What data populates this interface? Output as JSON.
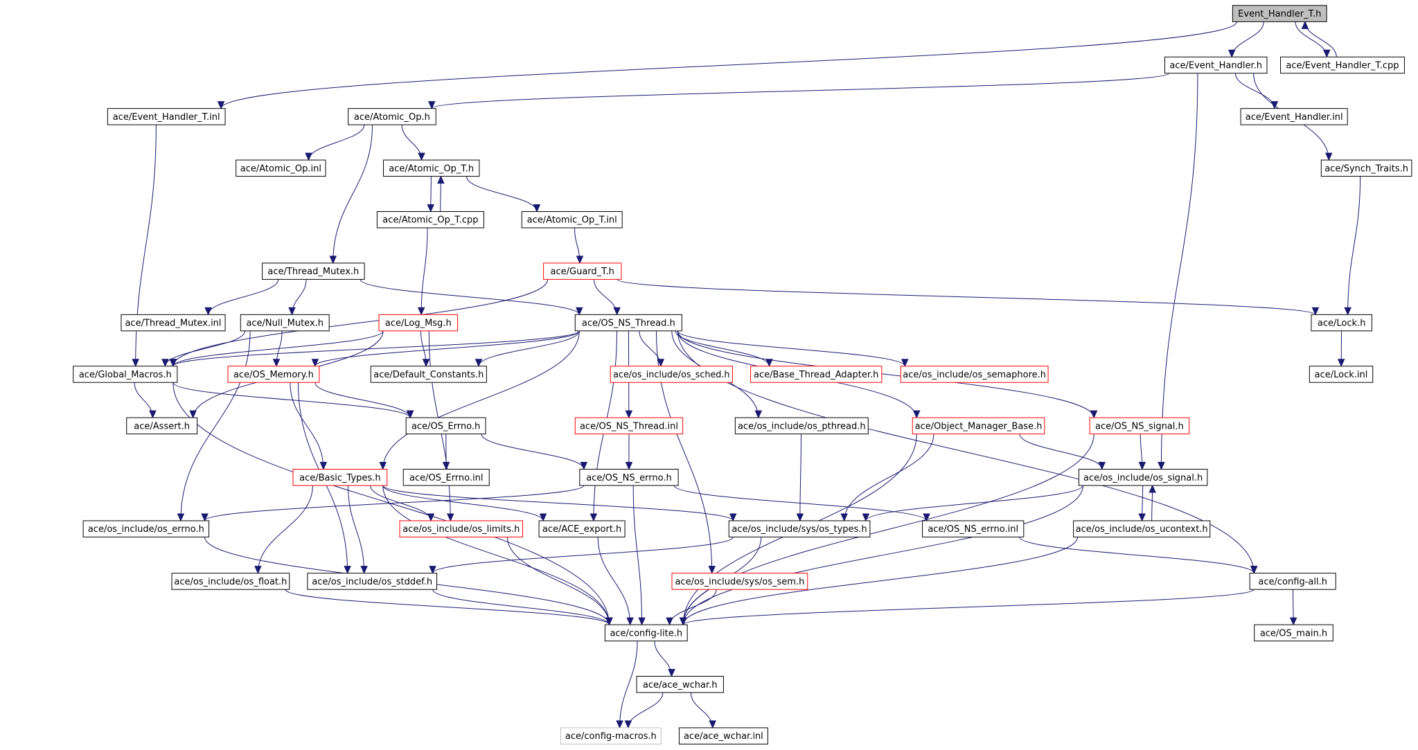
{
  "graph": {
    "colors": {
      "edge": "#191970",
      "root_fill": "#bfbfbf",
      "external_border": "#ff0000",
      "undocumented_border": "#bfbfbf"
    },
    "nodes": [
      {
        "id": "event_handler_t_h",
        "label": "Event_Handler_T.h",
        "style": "root"
      },
      {
        "id": "event_handler_h",
        "label": "ace/Event_Handler.h",
        "style": "normal"
      },
      {
        "id": "event_handler_t_cpp",
        "label": "ace/Event_Handler_T.cpp",
        "style": "normal"
      },
      {
        "id": "event_handler_t_inl",
        "label": "ace/Event_Handler_T.inl",
        "style": "normal"
      },
      {
        "id": "atomic_op_h",
        "label": "ace/Atomic_Op.h",
        "style": "normal"
      },
      {
        "id": "event_handler_inl",
        "label": "ace/Event_Handler.inl",
        "style": "normal"
      },
      {
        "id": "synch_traits_h",
        "label": "ace/Synch_Traits.h",
        "style": "normal"
      },
      {
        "id": "atomic_op_inl",
        "label": "ace/Atomic_Op.inl",
        "style": "normal"
      },
      {
        "id": "atomic_op_t_h",
        "label": "ace/Atomic_Op_T.h",
        "style": "normal"
      },
      {
        "id": "atomic_op_t_cpp",
        "label": "ace/Atomic_Op_T.cpp",
        "style": "normal"
      },
      {
        "id": "atomic_op_t_inl",
        "label": "ace/Atomic_Op_T.inl",
        "style": "normal"
      },
      {
        "id": "thread_mutex_h",
        "label": "ace/Thread_Mutex.h",
        "style": "normal"
      },
      {
        "id": "guard_t_h",
        "label": "ace/Guard_T.h",
        "style": "red"
      },
      {
        "id": "thread_mutex_inl",
        "label": "ace/Thread_Mutex.inl",
        "style": "normal"
      },
      {
        "id": "null_mutex_h",
        "label": "ace/Null_Mutex.h",
        "style": "normal"
      },
      {
        "id": "log_msg_h",
        "label": "ace/Log_Msg.h",
        "style": "red"
      },
      {
        "id": "os_ns_thread_h",
        "label": "ace/OS_NS_Thread.h",
        "style": "normal"
      },
      {
        "id": "lock_h",
        "label": "ace/Lock.h",
        "style": "normal"
      },
      {
        "id": "global_macros_h",
        "label": "ace/Global_Macros.h",
        "style": "normal"
      },
      {
        "id": "os_memory_h",
        "label": "ace/OS_Memory.h",
        "style": "red"
      },
      {
        "id": "default_constants_h",
        "label": "ace/Default_Constants.h",
        "style": "normal"
      },
      {
        "id": "os_sched_h",
        "label": "ace/os_include/os_sched.h",
        "style": "red"
      },
      {
        "id": "base_thread_adapter_h",
        "label": "ace/Base_Thread_Adapter.h",
        "style": "red"
      },
      {
        "id": "os_semaphore_h",
        "label": "ace/os_include/os_semaphore.h",
        "style": "red"
      },
      {
        "id": "lock_inl",
        "label": "ace/Lock.inl",
        "style": "normal"
      },
      {
        "id": "assert_h",
        "label": "ace/Assert.h",
        "style": "normal"
      },
      {
        "id": "os_errno_h",
        "label": "ace/OS_Errno.h",
        "style": "normal"
      },
      {
        "id": "os_ns_thread_inl",
        "label": "ace/OS_NS_Thread.inl",
        "style": "red"
      },
      {
        "id": "os_pthread_h",
        "label": "ace/os_include/os_pthread.h",
        "style": "normal"
      },
      {
        "id": "object_manager_base_h",
        "label": "ace/Object_Manager_Base.h",
        "style": "red"
      },
      {
        "id": "os_ns_signal_h",
        "label": "ace/OS_NS_signal.h",
        "style": "red"
      },
      {
        "id": "basic_types_h",
        "label": "ace/Basic_Types.h",
        "style": "red"
      },
      {
        "id": "os_errno_inl",
        "label": "ace/OS_Errno.inl",
        "style": "normal"
      },
      {
        "id": "os_ns_errno_h",
        "label": "ace/OS_NS_errno.h",
        "style": "normal"
      },
      {
        "id": "os_signal_h",
        "label": "ace/os_include/os_signal.h",
        "style": "normal"
      },
      {
        "id": "os_include_os_errno_h",
        "label": "ace/os_include/os_errno.h",
        "style": "normal"
      },
      {
        "id": "os_limits_h",
        "label": "ace/os_include/os_limits.h",
        "style": "red"
      },
      {
        "id": "ace_export_h",
        "label": "ace/ACE_export.h",
        "style": "normal"
      },
      {
        "id": "os_types_h",
        "label": "ace/os_include/sys/os_types.h",
        "style": "normal"
      },
      {
        "id": "os_ns_errno_inl",
        "label": "ace/OS_NS_errno.inl",
        "style": "normal"
      },
      {
        "id": "os_ucontext_h",
        "label": "ace/os_include/os_ucontext.h",
        "style": "normal"
      },
      {
        "id": "os_float_h",
        "label": "ace/os_include/os_float.h",
        "style": "normal"
      },
      {
        "id": "os_stddef_h",
        "label": "ace/os_include/os_stddef.h",
        "style": "normal"
      },
      {
        "id": "os_sem_h",
        "label": "ace/os_include/sys/os_sem.h",
        "style": "red"
      },
      {
        "id": "config_all_h",
        "label": "ace/config-all.h",
        "style": "normal"
      },
      {
        "id": "config_lite_h",
        "label": "ace/config-lite.h",
        "style": "normal"
      },
      {
        "id": "os_main_h",
        "label": "ace/OS_main.h",
        "style": "normal"
      },
      {
        "id": "ace_wchar_h",
        "label": "ace/ace_wchar.h",
        "style": "normal"
      },
      {
        "id": "config_macros_h",
        "label": "ace/config-macros.h",
        "style": "gray"
      },
      {
        "id": "ace_wchar_inl",
        "label": "ace/ace_wchar.inl",
        "style": "normal"
      }
    ],
    "edges": [
      [
        "event_handler_t_h",
        "event_handler_h"
      ],
      [
        "event_handler_t_h",
        "event_handler_t_cpp"
      ],
      [
        "event_handler_t_h",
        "event_handler_t_inl"
      ],
      [
        "event_handler_t_cpp",
        "event_handler_t_h"
      ],
      [
        "event_handler_h",
        "atomic_op_h"
      ],
      [
        "event_handler_h",
        "event_handler_inl"
      ],
      [
        "event_handler_h",
        "synch_traits_h"
      ],
      [
        "event_handler_h",
        "os_signal_h"
      ],
      [
        "event_handler_t_inl",
        "global_macros_h"
      ],
      [
        "atomic_op_h",
        "atomic_op_inl"
      ],
      [
        "atomic_op_h",
        "atomic_op_t_h"
      ],
      [
        "atomic_op_h",
        "thread_mutex_h"
      ],
      [
        "atomic_op_t_h",
        "atomic_op_t_cpp"
      ],
      [
        "atomic_op_t_cpp",
        "atomic_op_t_h"
      ],
      [
        "atomic_op_t_h",
        "atomic_op_t_inl"
      ],
      [
        "atomic_op_t_cpp",
        "log_msg_h"
      ],
      [
        "atomic_op_t_inl",
        "guard_t_h"
      ],
      [
        "synch_traits_h",
        "lock_h"
      ],
      [
        "thread_mutex_h",
        "thread_mutex_inl"
      ],
      [
        "thread_mutex_h",
        "null_mutex_h"
      ],
      [
        "thread_mutex_h",
        "os_ns_thread_h"
      ],
      [
        "guard_t_h",
        "os_ns_thread_h"
      ],
      [
        "guard_t_h",
        "lock_h"
      ],
      [
        "guard_t_h",
        "global_macros_h"
      ],
      [
        "null_mutex_h",
        "global_macros_h"
      ],
      [
        "null_mutex_h",
        "os_memory_h"
      ],
      [
        "null_mutex_h",
        "os_include_os_errno_h"
      ],
      [
        "log_msg_h",
        "global_macros_h"
      ],
      [
        "log_msg_h",
        "default_constants_h"
      ],
      [
        "log_msg_h",
        "assert_h"
      ],
      [
        "log_msg_h",
        "os_limits_h"
      ],
      [
        "os_ns_thread_h",
        "global_macros_h"
      ],
      [
        "os_ns_thread_h",
        "os_memory_h"
      ],
      [
        "os_ns_thread_h",
        "default_constants_h"
      ],
      [
        "os_ns_thread_h",
        "os_sched_h"
      ],
      [
        "os_ns_thread_h",
        "base_thread_adapter_h"
      ],
      [
        "os_ns_thread_h",
        "os_semaphore_h"
      ],
      [
        "os_ns_thread_h",
        "os_ns_thread_inl"
      ],
      [
        "os_ns_thread_h",
        "os_pthread_h"
      ],
      [
        "os_ns_thread_h",
        "object_manager_base_h"
      ],
      [
        "os_ns_thread_h",
        "os_ns_signal_h"
      ],
      [
        "os_ns_thread_h",
        "basic_types_h"
      ],
      [
        "os_ns_thread_h",
        "ace_export_h"
      ],
      [
        "os_ns_thread_h",
        "os_sem_h"
      ],
      [
        "os_ns_thread_h",
        "config_all_h"
      ],
      [
        "lock_h",
        "lock_inl"
      ],
      [
        "global_macros_h",
        "assert_h"
      ],
      [
        "global_macros_h",
        "os_errno_h"
      ],
      [
        "global_macros_h",
        "config_lite_h"
      ],
      [
        "os_memory_h",
        "os_errno_h"
      ],
      [
        "os_memory_h",
        "basic_types_h"
      ],
      [
        "os_memory_h",
        "os_stddef_h"
      ],
      [
        "os_errno_h",
        "os_errno_inl"
      ],
      [
        "os_errno_h",
        "os_ns_errno_h"
      ],
      [
        "os_ns_thread_inl",
        "os_ns_errno_h"
      ],
      [
        "os_pthread_h",
        "os_types_h"
      ],
      [
        "object_manager_base_h",
        "os_signal_h"
      ],
      [
        "object_manager_base_h",
        "os_types_h"
      ],
      [
        "object_manager_base_h",
        "config_lite_h"
      ],
      [
        "os_ns_signal_h",
        "os_signal_h"
      ],
      [
        "os_ns_signal_h",
        "config_lite_h"
      ],
      [
        "basic_types_h",
        "os_limits_h"
      ],
      [
        "basic_types_h",
        "ace_export_h"
      ],
      [
        "basic_types_h",
        "os_types_h"
      ],
      [
        "basic_types_h",
        "os_float_h"
      ],
      [
        "basic_types_h",
        "os_stddef_h"
      ],
      [
        "basic_types_h",
        "config_lite_h"
      ],
      [
        "os_ns_errno_h",
        "os_include_os_errno_h"
      ],
      [
        "os_ns_errno_h",
        "os_ns_errno_inl"
      ],
      [
        "os_ns_errno_h",
        "config_lite_h"
      ],
      [
        "os_signal_h",
        "os_types_h"
      ],
      [
        "os_signal_h",
        "os_ucontext_h"
      ],
      [
        "os_signal_h",
        "config_lite_h"
      ],
      [
        "os_ucontext_h",
        "os_signal_h"
      ],
      [
        "os_ucontext_h",
        "config_lite_h"
      ],
      [
        "os_include_os_errno_h",
        "config_lite_h"
      ],
      [
        "os_limits_h",
        "config_lite_h"
      ],
      [
        "ace_export_h",
        "config_lite_h"
      ],
      [
        "os_types_h",
        "os_stddef_h"
      ],
      [
        "os_types_h",
        "config_lite_h"
      ],
      [
        "os_ns_errno_inl",
        "config_all_h"
      ],
      [
        "os_float_h",
        "config_lite_h"
      ],
      [
        "os_stddef_h",
        "config_lite_h"
      ],
      [
        "os_sem_h",
        "config_lite_h"
      ],
      [
        "config_all_h",
        "config_lite_h"
      ],
      [
        "config_all_h",
        "os_main_h"
      ],
      [
        "config_lite_h",
        "ace_wchar_h"
      ],
      [
        "config_lite_h",
        "config_macros_h"
      ],
      [
        "ace_wchar_h",
        "config_macros_h"
      ],
      [
        "ace_wchar_h",
        "ace_wchar_inl"
      ]
    ]
  }
}
